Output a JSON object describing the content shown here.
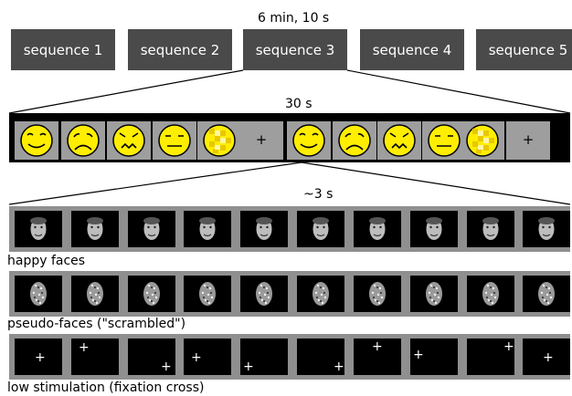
{
  "total_duration": "6 min, 10 s",
  "sequences": [
    "sequence 1",
    "sequence 2",
    "sequence 3",
    "sequence 4",
    "sequence 5"
  ],
  "sequence_duration": "30 s",
  "blocks": [
    {
      "kind": "happy-face",
      "face_color": "#ffee00"
    },
    {
      "kind": "sad-face",
      "face_color": "#ffee00"
    },
    {
      "kind": "angry-face",
      "face_color": "#ffee00"
    },
    {
      "kind": "neutral-face",
      "face_color": "#ffee00"
    },
    {
      "kind": "scrambled-face",
      "face_color": "#ffee00"
    },
    {
      "kind": "fixation",
      "symbol": "+"
    },
    {
      "kind": "happy-face",
      "face_color": "#ffee00"
    },
    {
      "kind": "sad-face",
      "face_color": "#ffee00"
    },
    {
      "kind": "angry-face",
      "face_color": "#ffee00"
    },
    {
      "kind": "neutral-face",
      "face_color": "#ffee00"
    },
    {
      "kind": "scrambled-face",
      "face_color": "#ffee00"
    },
    {
      "kind": "fixation",
      "symbol": "+"
    }
  ],
  "block_duration": "~3 s",
  "rows": [
    {
      "label": "happy faces",
      "kind": "photo-face"
    },
    {
      "label": "pseudo-faces (\"scrambled\")",
      "kind": "scrambled"
    },
    {
      "label": "low stimulation (fixation cross)",
      "kind": "fixation"
    }
  ],
  "fixation_symbol": "+",
  "colors": {
    "sequence_box": "#4a4a4a",
    "strip": "#000000",
    "tile": "#9e9e9e",
    "emoji": "#ffee00",
    "row_background": "#8f8f8f"
  }
}
